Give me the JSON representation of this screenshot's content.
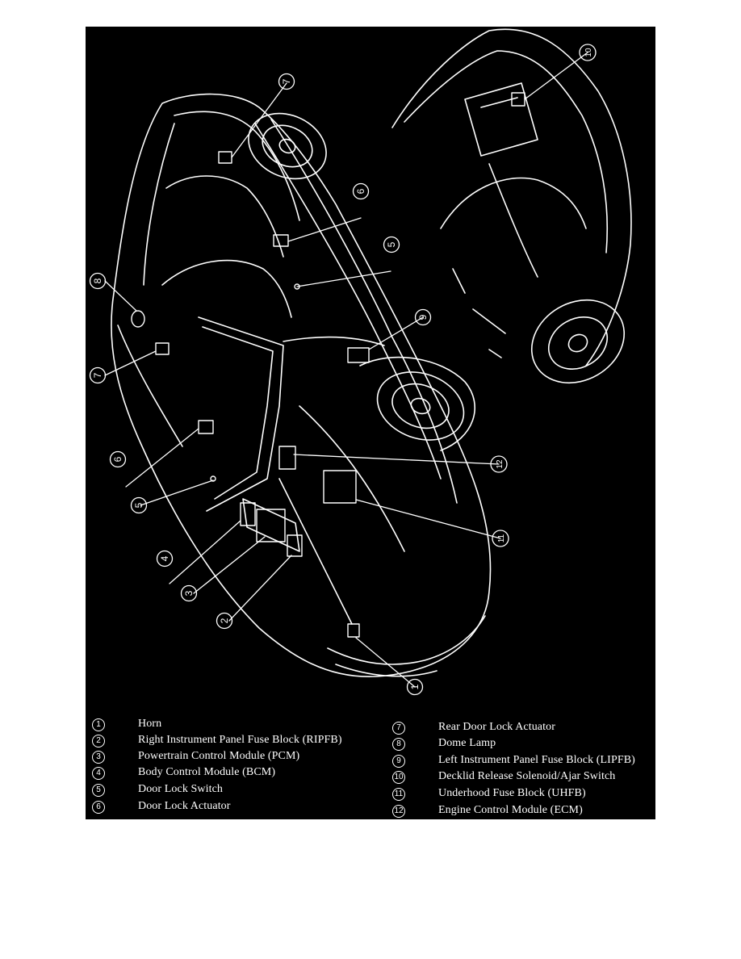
{
  "diagram": {
    "colors": {
      "background": "#000000",
      "line": "#ffffff"
    },
    "callouts": [
      {
        "id": "callout-1",
        "num": "1"
      },
      {
        "id": "callout-2",
        "num": "2"
      },
      {
        "id": "callout-3",
        "num": "3"
      },
      {
        "id": "callout-4",
        "num": "4"
      },
      {
        "id": "callout-5-left",
        "num": "5"
      },
      {
        "id": "callout-5-right",
        "num": "5"
      },
      {
        "id": "callout-6-left",
        "num": "6"
      },
      {
        "id": "callout-6-right",
        "num": "6"
      },
      {
        "id": "callout-7-left",
        "num": "7"
      },
      {
        "id": "callout-7-top",
        "num": "7"
      },
      {
        "id": "callout-8",
        "num": "8"
      },
      {
        "id": "callout-9",
        "num": "9"
      },
      {
        "id": "callout-10",
        "num": "10"
      },
      {
        "id": "callout-11",
        "num": "11"
      },
      {
        "id": "callout-12",
        "num": "12"
      }
    ]
  },
  "legend": {
    "items": [
      {
        "num": "1",
        "label": "Horn"
      },
      {
        "num": "2",
        "label": "Right Instrument Panel Fuse Block (RIPFB)"
      },
      {
        "num": "3",
        "label": "Powertrain Control Module (PCM)"
      },
      {
        "num": "4",
        "label": "Body Control Module (BCM)"
      },
      {
        "num": "5",
        "label": "Door Lock Switch"
      },
      {
        "num": "6",
        "label": "Door Lock Actuator"
      },
      {
        "num": "7",
        "label": "Rear Door Lock Actuator"
      },
      {
        "num": "8",
        "label": "Dome Lamp"
      },
      {
        "num": "9",
        "label": "Left Instrument Panel Fuse Block (LIPFB)"
      },
      {
        "num": "10",
        "label": "Decklid Release Solenoid/Ajar Switch"
      },
      {
        "num": "11",
        "label": "Underhood Fuse Block (UHFB)"
      },
      {
        "num": "12",
        "label": "Engine Control Module (ECM)"
      }
    ]
  }
}
